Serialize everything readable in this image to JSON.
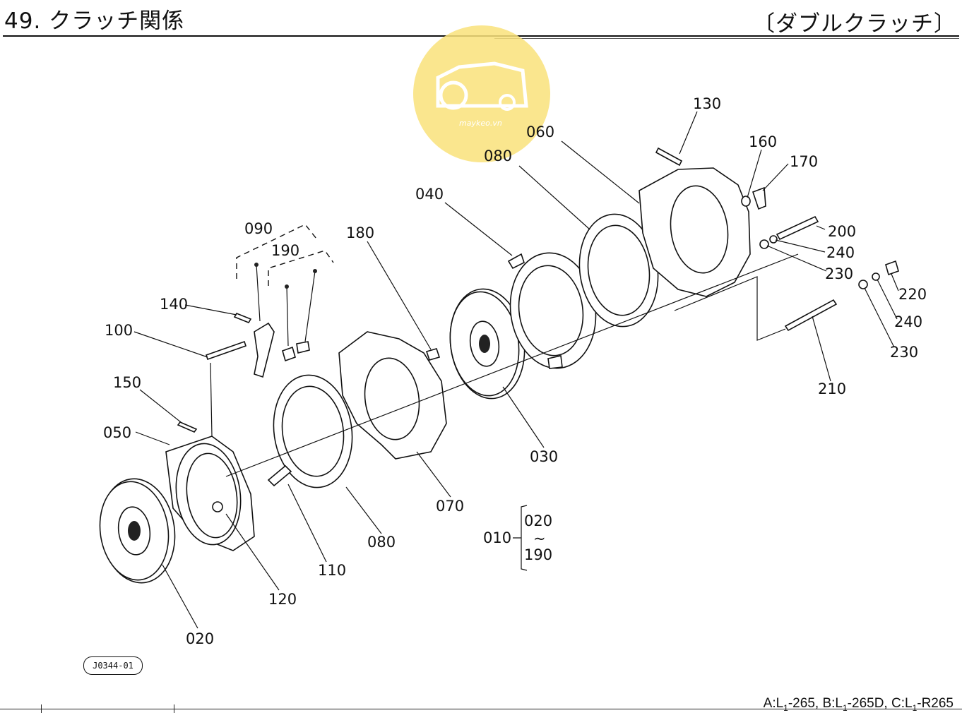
{
  "header": {
    "title": "49. クラッチ関係",
    "subtitle": "〔ダブルクラッチ〕"
  },
  "watermark": {
    "text": "maykeo.vn",
    "color": "#f9e27a"
  },
  "callouts": {
    "c130": "130",
    "c160": "160",
    "c170": "170",
    "c060": "060",
    "c080a": "080",
    "c040": "040",
    "c200": "200",
    "c240a": "240",
    "c230a": "230",
    "c220": "220",
    "c240b": "240",
    "c230b": "230",
    "c210": "210",
    "c090": "090",
    "c190": "190",
    "c180": "180",
    "c140": "140",
    "c100": "100",
    "c150": "150",
    "c050": "050",
    "c030": "030",
    "c070": "070",
    "c080b": "080",
    "c110": "110",
    "c120": "120",
    "c020": "020"
  },
  "assembly_note": {
    "main": "010",
    "from": "020",
    "tilde": "~",
    "to": "190"
  },
  "figure_code": "J0344-01",
  "footnote": {
    "a": "A:L",
    "a_sub": "1",
    "a_rest": "-265,",
    "b": "B:L",
    "b_sub": "1",
    "b_rest": "-265D,",
    "c": "C:L",
    "c_sub": "1",
    "c_rest": "-R265"
  }
}
